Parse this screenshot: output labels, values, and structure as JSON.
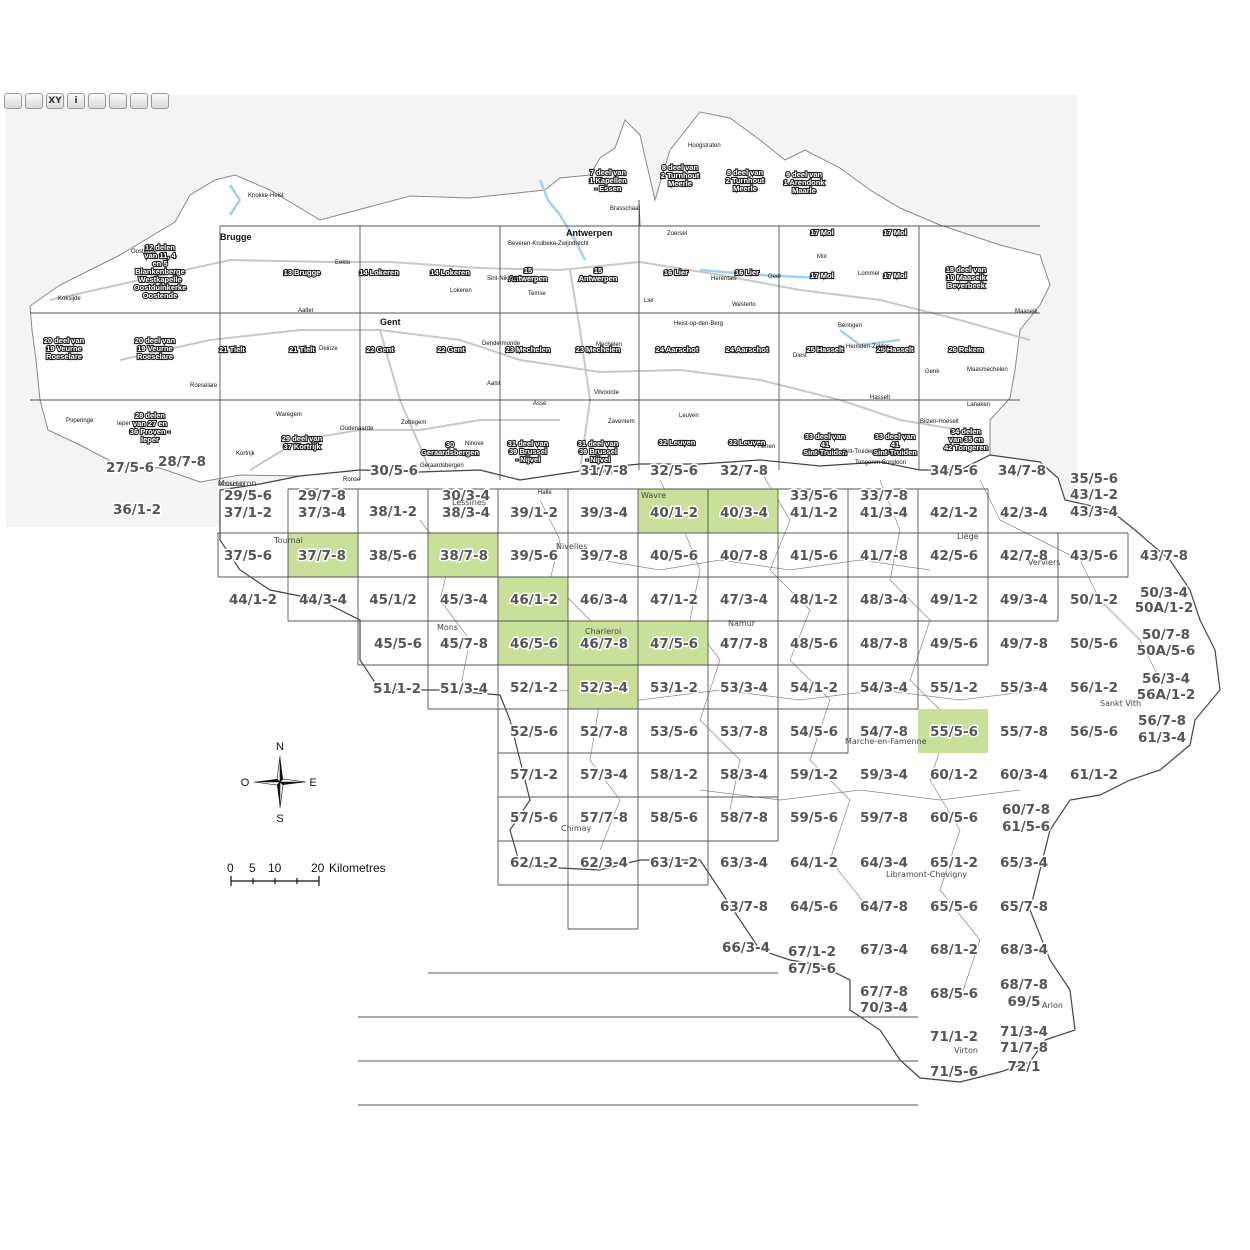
{
  "toolbar": [
    {
      "icon": "zoom-icon",
      "label": ""
    },
    {
      "icon": "globe-icon",
      "label": ""
    },
    {
      "icon": "xy-icon",
      "label": "XY"
    },
    {
      "icon": "info-icon",
      "label": "i"
    },
    {
      "icon": "measure-icon",
      "label": ""
    },
    {
      "icon": "scale-bar-icon",
      "label": ""
    },
    {
      "icon": "print-icon",
      "label": ""
    },
    {
      "icon": "hourglass-icon",
      "label": ""
    }
  ],
  "colors": {
    "highlight": "#c9e09b",
    "grid": "#555555",
    "panel": "#f4f4f4",
    "water": "#9fd4f0",
    "road": "#c8c8c8"
  },
  "flanders": {
    "cities": [
      "Brugge",
      "Antwerpen",
      "Gent"
    ],
    "towns": [
      "Knokke-Heist",
      "Oostende",
      "Koksijde",
      "Eeklo",
      "Aalter",
      "Sint-Niklaas",
      "Lokeren",
      "Temse",
      "Beveren-Kruibeke-Zwijndrecht",
      "Brasschaat",
      "Hoogstraten",
      "Zoersel",
      "Herentals",
      "Geel",
      "Westerlo",
      "Mol",
      "Lommel",
      "Lier",
      "Heist-op-den-Berg",
      "Beringen",
      "Heusden-Zolder",
      "Diest",
      "Genk",
      "Maasmechelen",
      "Maaseik",
      "Deinze",
      "Dendermonde",
      "Mechelen",
      "Aalst",
      "Asse",
      "Vilvoorde",
      "Zaventem",
      "Leuven",
      "Hasselt",
      "Lanaken",
      "Bilzen-Hoeselt",
      "Roeselare",
      "Poperinge",
      "Ieper",
      "Waregem",
      "Oudenaarde",
      "Zottegem",
      "Ninove",
      "Geraardsbergen",
      "Kortrijk",
      "Ronse",
      "Halle",
      "Overijse",
      "Tienen",
      "Sint-Truiden",
      "Tongeren-Borgloon",
      "Mouscron"
    ],
    "sheets": [
      "7 deel van 1 Kapellen - Essen",
      "8 deel van 2 Turnhout Meerle",
      "8 deel van 2 Turnhout Meerle",
      "9 deel van 1 Arendonk Maarle",
      "12 delen van 11, 4 en 5 Blankenberge Westkapelle Oostduinkerke Oostende",
      "13 Brugge",
      "14 Lokeren",
      "14 Lokeren",
      "15 Antwerpen",
      "15 Antwerpen",
      "16 Lier",
      "16 Lier",
      "17 Mol",
      "17 Mol",
      "17 Mol",
      "17 Mol",
      "18 deel van 10 Maaseik Beverbeek",
      "20 deel van 19 Veurne Roeselare",
      "20 deel van 19 Veurne Roeselare",
      "21 Tielt",
      "21 Tielt",
      "22 Gent",
      "22 Gent",
      "23 Mechelen",
      "23 Mechelen",
      "24 Aarschot",
      "24 Aarschot",
      "25 Hasselt",
      "25 Hasselt",
      "26 Rekem",
      "28 delen van 27 en 36 Proven - Ieper",
      "29 deel van 37 Kortrijk",
      "30 Geraardsbergen",
      "31 deel van 39 Brussel - Nijvel",
      "31 deel van 39 Brussel - Nijvel",
      "32 Leuven",
      "32 Leuven",
      "33 deel van 41 Sint-Truiden",
      "33 deel van 41 Sint-Truiden",
      "34 delen van 35 en 42 Tongeren"
    ]
  },
  "wallonia": {
    "sheets": [
      "29/5-6",
      "37/1-2",
      "29/7-8",
      "37/3-4",
      "38/1-2",
      "30/3-4",
      "38/3-4",
      "39/1-2",
      "39/3-4",
      "40/1-2",
      "40/3-4",
      "33/5-6",
      "41/1-2",
      "33/7-8",
      "41/3-4",
      "42/1-2",
      "42/3-4",
      "35/5-6",
      "43/1-2",
      "43/3-4",
      "34/7-8",
      "37/5-6",
      "37/7-8",
      "38/5-6",
      "38/7-8",
      "39/5-6",
      "39/7-8",
      "40/5-6",
      "40/7-8",
      "41/5-6",
      "41/7-8",
      "42/5-6",
      "42/7-8",
      "43/5-6",
      "43/7-8",
      "44/1-2",
      "44/3-4",
      "45/1/2",
      "45/3-4",
      "46/1-2",
      "46/3-4",
      "47/1-2",
      "47/3-4",
      "48/1-2",
      "48/3-4",
      "49/1-2",
      "49/3-4",
      "50/1-2",
      "50/3-4",
      "50A/1-2",
      "45/5-6",
      "45/7-8",
      "46/5-6",
      "46/7-8",
      "47/5-6",
      "47/7-8",
      "48/5-6",
      "48/7-8",
      "49/5-6",
      "49/7-8",
      "50/5-6",
      "50/7-8",
      "50A/5-6",
      "51/1-2",
      "51/3-4",
      "52/1-2",
      "52/3-4",
      "53/1-2",
      "53/3-4",
      "54/1-2",
      "54/3-4",
      "55/1-2",
      "55/3-4",
      "56/1-2",
      "56/3-4",
      "56A/1-2",
      "52/5-6",
      "52/7-8",
      "53/5-6",
      "53/7-8",
      "54/5-6",
      "54/7-8",
      "55/5-6",
      "55/7-8",
      "56/5-6",
      "56/7-8",
      "61/3-4",
      "57/1-2",
      "57/3-4",
      "58/1-2",
      "58/3-4",
      "59/1-2",
      "59/3-4",
      "60/1-2",
      "60/3-4",
      "61/1-2",
      "57/5-6",
      "57/7-8",
      "58/5-6",
      "58/7-8",
      "59/5-6",
      "59/7-8",
      "60/5-6",
      "60/7-8",
      "61/5-6",
      "62/1-2",
      "62/3-4",
      "63/1-2",
      "63/3-4",
      "64/1-2",
      "64/3-4",
      "65/1-2",
      "65/3-4",
      "63/7-8",
      "64/5-6",
      "64/7-8",
      "65/5-6",
      "65/7-8",
      "66/3-4",
      "67/1-2",
      "67/5-6",
      "67/3-4",
      "68/1-2",
      "68/3-4",
      "67/7-8",
      "70/3-4",
      "68/5-6",
      "68/7-8",
      "69/5",
      "71/1-2",
      "71/3-4",
      "71/7-8",
      "71/5-6",
      "72/1",
      "27/5-6",
      "28/7-8",
      "36/1-2",
      "30/5-6",
      "31/7-8",
      "32/5-6",
      "32/7-8",
      "34/5-6"
    ],
    "towns": [
      "Tournai",
      "Mons",
      "Nivelles",
      "Wavre",
      "Namur",
      "Charleroi",
      "Liège",
      "Verviers",
      "Sankt Vith",
      "Marche-en-Famenne",
      "Chimay",
      "Libramont-Chevigny",
      "Arlon",
      "Virton",
      "Mouscron",
      "Lessines"
    ]
  },
  "compass": {
    "n": "N",
    "s": "S",
    "e": "E",
    "w": "O"
  },
  "scale": {
    "ticks": [
      "0",
      "5",
      "10",
      "20"
    ],
    "unit": "Kilometres"
  }
}
